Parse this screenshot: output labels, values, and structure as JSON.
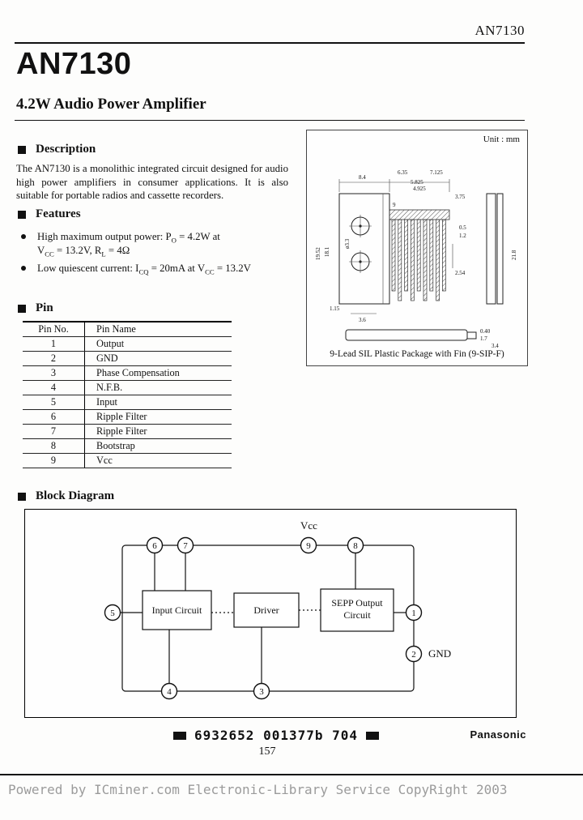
{
  "header": {
    "part_number": "AN7130"
  },
  "title": {
    "part_number": "AN7130",
    "subtitle": "4.2W Audio Power Amplifier"
  },
  "description": {
    "heading": "Description",
    "body": "The AN7130 is a monolithic integrated circuit designed for audio high power amplifiers in consumer applications.  It is also suitable for portable radios and cassette recorders."
  },
  "features": {
    "heading": "Features",
    "items": [
      {
        "segments": [
          {
            "text": "High maximum output power:  P"
          },
          {
            "sub": "O"
          },
          {
            "text": " = 4.2W at"
          },
          {
            "br": true
          },
          {
            "text": "V"
          },
          {
            "sub": "CC"
          },
          {
            "text": " = 13.2V, R"
          },
          {
            "sub": "L"
          },
          {
            "text": " = 4Ω"
          }
        ]
      },
      {
        "segments": [
          {
            "text": "Low quiescent current:  I"
          },
          {
            "sub": "CQ"
          },
          {
            "text": " = 20mA at V"
          },
          {
            "sub": "CC"
          },
          {
            "text": " = 13.2V"
          }
        ]
      }
    ]
  },
  "pin_table": {
    "heading": "Pin",
    "columns": [
      "Pin No.",
      "Pin Name"
    ],
    "rows": [
      [
        "1",
        "Output"
      ],
      [
        "2",
        "GND"
      ],
      [
        "3",
        "Phase Compensation"
      ],
      [
        "4",
        "N.F.B."
      ],
      [
        "5",
        "Input"
      ],
      [
        "6",
        "Ripple Filter"
      ],
      [
        "7",
        "Ripple Filter"
      ],
      [
        "8",
        "Bootstrap"
      ],
      [
        "9",
        "Vcc"
      ]
    ]
  },
  "package": {
    "unit_label": "Unit : mm",
    "caption": "9-Lead SIL Plastic Package with Fin (9-SIP-F)",
    "dims": [
      "8.4",
      "6.35",
      "7.125",
      "5.825",
      "4.925",
      "3.75",
      "9",
      "0.5",
      "1.2",
      "2.54",
      "19.52",
      "18.1",
      "ø3.3",
      "1.15",
      "3.6",
      "21.8",
      "0.40",
      "1.7",
      "3.4"
    ]
  },
  "diagram": {
    "heading": "Block Diagram",
    "vcc_label": "Vcc",
    "gnd_label": "GND",
    "blocks": [
      {
        "label": "Input Circuit"
      },
      {
        "label": "Driver"
      },
      {
        "label_line1": "SEPP Output",
        "label_line2": "Circuit"
      }
    ],
    "pins": [
      "1",
      "2",
      "3",
      "4",
      "5",
      "6",
      "7",
      "8",
      "9"
    ]
  },
  "footer": {
    "barcode_text": "6932652 001377b 704",
    "brand": "Panasonic",
    "page_number": "157",
    "copyright": "Powered by ICminer.com Electronic-Library Service CopyRight 2003"
  }
}
